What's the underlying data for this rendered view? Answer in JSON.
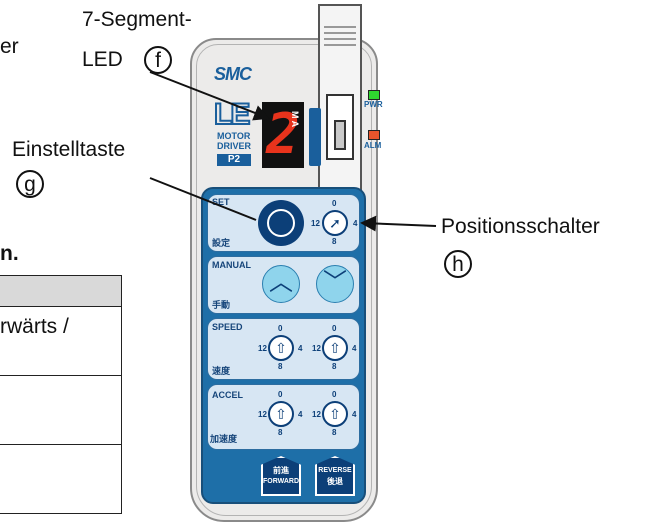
{
  "callouts": {
    "segment_label_line1": "7-Segment-",
    "segment_label_line2": "LED",
    "segment_marker": "f",
    "set_label": "Einstelltaste",
    "set_marker": "g",
    "position_label": "Positionsschalter",
    "position_marker": "h"
  },
  "left_fragments": {
    "top_text": "er",
    "heading": "n.",
    "row1_text": "rwärts /"
  },
  "device": {
    "brand": "SMC",
    "model_logo": "LE",
    "model_line1": "MOTOR",
    "model_line2": "DRIVER",
    "model_badge": "P2",
    "led_digit": "2",
    "mode_letters": "M A",
    "pwr_label": "PWR",
    "alm_label": "ALM",
    "set_label": "SET",
    "set_label_jp": "設定",
    "manual_label": "MANUAL",
    "manual_label_jp": "手動",
    "speed_label": "SPEED",
    "speed_label_jp": "速度",
    "accel_label": "ACCEL",
    "accel_label_jp": "加速度",
    "dial_top": "0",
    "dial_left": "12",
    "dial_right": "4",
    "dial_bottom": "8",
    "forward_jp": "前進",
    "forward_label": "FORWARD",
    "reverse_label": "REVERSE",
    "reverse_jp": "後退"
  },
  "colors": {
    "panel_blue": "#1e6fa8",
    "led_red": "#e8331c",
    "pwr_green": "#2fd62f",
    "alm_red": "#e8552c"
  }
}
